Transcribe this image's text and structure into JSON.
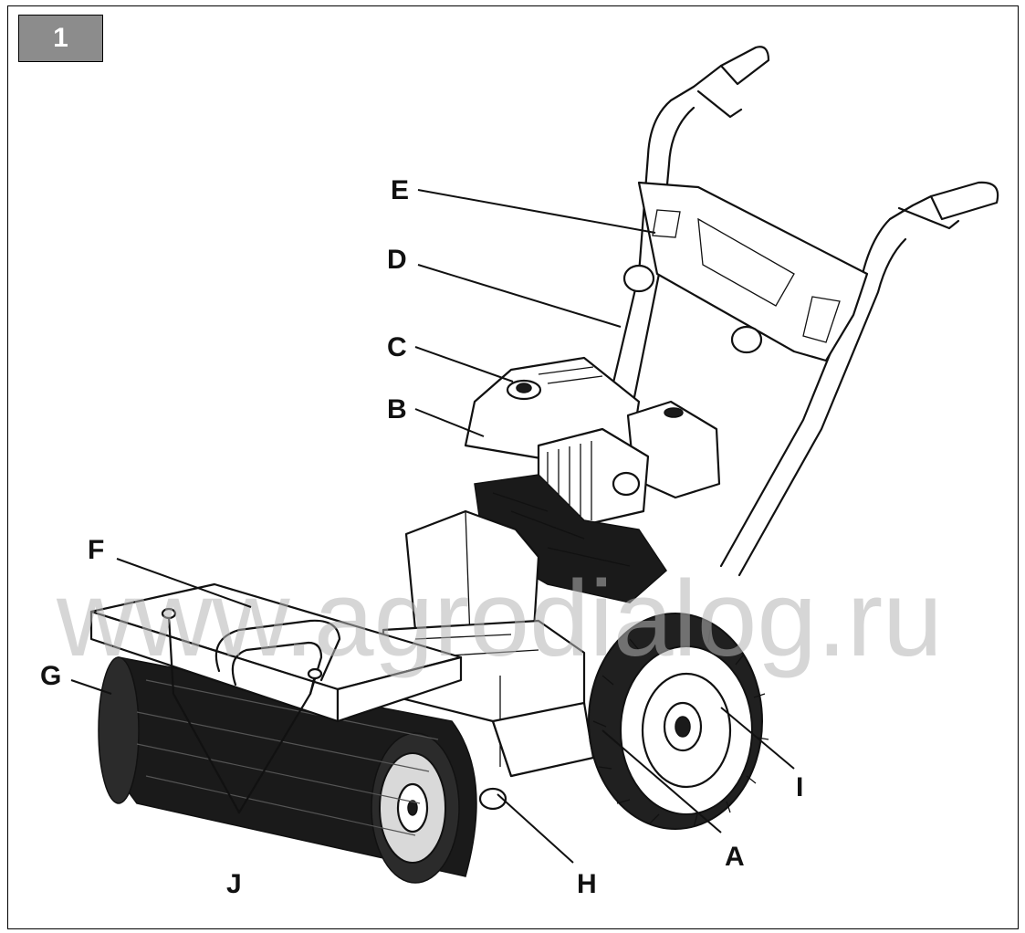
{
  "figure": {
    "number": "1",
    "watermark": "www.agrodialog.ru",
    "callouts": {
      "A": "A",
      "B": "B",
      "C": "C",
      "D": "D",
      "E": "E",
      "F": "F",
      "G": "G",
      "H": "H",
      "I": "I",
      "J": "J"
    }
  }
}
